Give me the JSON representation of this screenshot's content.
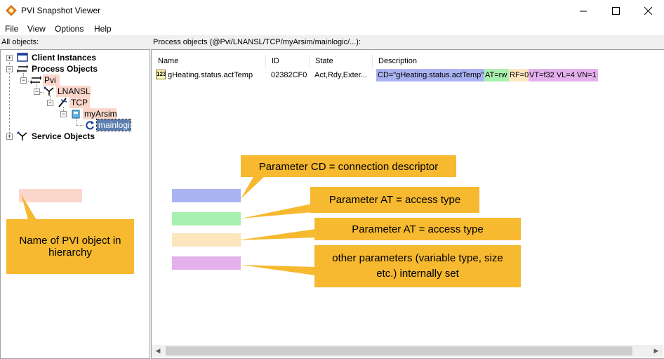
{
  "window": {
    "title": "PVI Snapshot Viewer",
    "controls": [
      "minimize",
      "maximize",
      "close"
    ]
  },
  "menu": [
    "File",
    "View",
    "Options",
    "Help"
  ],
  "left_pane": {
    "header": "All objects:",
    "tree": [
      {
        "label": "Client Instances",
        "bold": true,
        "icon": "window-icon"
      },
      {
        "label": "Process Objects",
        "bold": true,
        "icon": "process-network-icon"
      },
      {
        "label": "Pvi",
        "bold": false,
        "icon": "pvi-icon"
      },
      {
        "label": "LNANSL",
        "bold": false,
        "icon": "line-icon"
      },
      {
        "label": "TCP",
        "bold": false,
        "icon": "device-icon"
      },
      {
        "label": "myArsim",
        "bold": false,
        "icon": "cpu-icon"
      },
      {
        "label": "mainlogic",
        "bold": false,
        "icon": "task-refresh-icon"
      },
      {
        "label": "Service Objects",
        "bold": true,
        "icon": "service-icon"
      }
    ]
  },
  "right_pane": {
    "header": "Process objects (@Pvi/LNANSL/TCP/myArsim/mainlogic/...):",
    "columns": [
      "Name",
      "ID",
      "State",
      "Description"
    ],
    "rows": [
      {
        "name": "gHeating.status.actTemp",
        "id": "02382CF0",
        "state": "Act,Rdy,Exter...",
        "description_parts": {
          "cd": "CD=\"gHeating.status.actTemp\"",
          "at": "AT=rw",
          "rf": "RF=0",
          "other": "VT=f32 VL=4 VN=1"
        }
      }
    ]
  },
  "annotations": {
    "name_callout": "Name of PVI object in hierarchy",
    "cd_callout": "Parameter CD = connection descriptor",
    "at_callout": "Parameter AT = access type",
    "rf_callout": "Parameter AT = access type",
    "other_callout": "other parameters (variable type, size etc.) internally set"
  },
  "colors": {
    "callout": "#f6b92f",
    "name_highlight": "#fbd7cb",
    "cd_highlight": "#aab3f2",
    "at_highlight": "#a8f0b0",
    "rf_highlight": "#fde6bd",
    "other_highlight": "#e4b1ec",
    "selection": "#5b7fb0"
  }
}
